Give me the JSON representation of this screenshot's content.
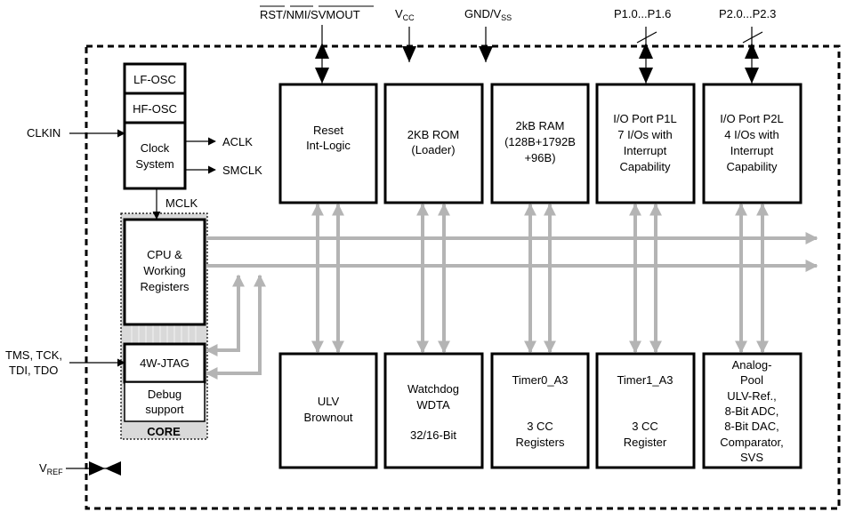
{
  "pins": {
    "rst": "RST/NMI/SVMOUT",
    "vcc_main": "V",
    "vcc_sub": "CC",
    "gnd_main": "GND/V",
    "gnd_sub": "SS",
    "p1": "P1.0...P1.6",
    "p2": "P2.0...P2.3",
    "clkin": "CLKIN",
    "jtag_pins_line1": "TMS, TCK,",
    "jtag_pins_line2": "TDI, TDO",
    "vref_main": "V",
    "vref_sub": "REF"
  },
  "clock": {
    "lf_osc": "LF-OSC",
    "hf_osc": "HF-OSC",
    "system_line1": "Clock",
    "system_line2": "System",
    "aclk": "ACLK",
    "smclk": "SMCLK",
    "mclk": "MCLK"
  },
  "core": {
    "cpu_line1": "CPU &",
    "cpu_line2": "Working",
    "cpu_line3": "Registers",
    "jtag": "4W-JTAG",
    "debug_line1": "Debug",
    "debug_line2": "support",
    "label": "CORE"
  },
  "top_blocks": {
    "reset": [
      "Reset",
      "Int-Logic"
    ],
    "rom": [
      "2KB ROM",
      "(Loader)"
    ],
    "ram": [
      "2kB RAM",
      "(128B+1792B",
      "+96B)"
    ],
    "p1l": [
      "I/O Port P1L",
      "7 I/Os with",
      "Interrupt",
      "Capability"
    ],
    "p2l": [
      "I/O Port P2L",
      "4 I/Os with",
      "Interrupt",
      "Capability"
    ]
  },
  "bottom_blocks": {
    "ulv": [
      "ULV",
      "Brownout"
    ],
    "wdt": [
      "Watchdog",
      "WDTA",
      "",
      "32/16-Bit"
    ],
    "timer0": [
      "Timer0_A3",
      "",
      "",
      "3 CC",
      "Registers"
    ],
    "timer1": [
      "Timer1_A3",
      "",
      "",
      "3 CC",
      "Register"
    ],
    "analog": [
      "Analog-",
      "Pool",
      "ULV-Ref.,",
      "8-Bit ADC,",
      "8-Bit DAC,",
      "Comparator,",
      "SVS"
    ]
  },
  "colors": {
    "bus": "#b4b4b4",
    "core_fill": "#d9d9d9",
    "line": "#000000"
  }
}
